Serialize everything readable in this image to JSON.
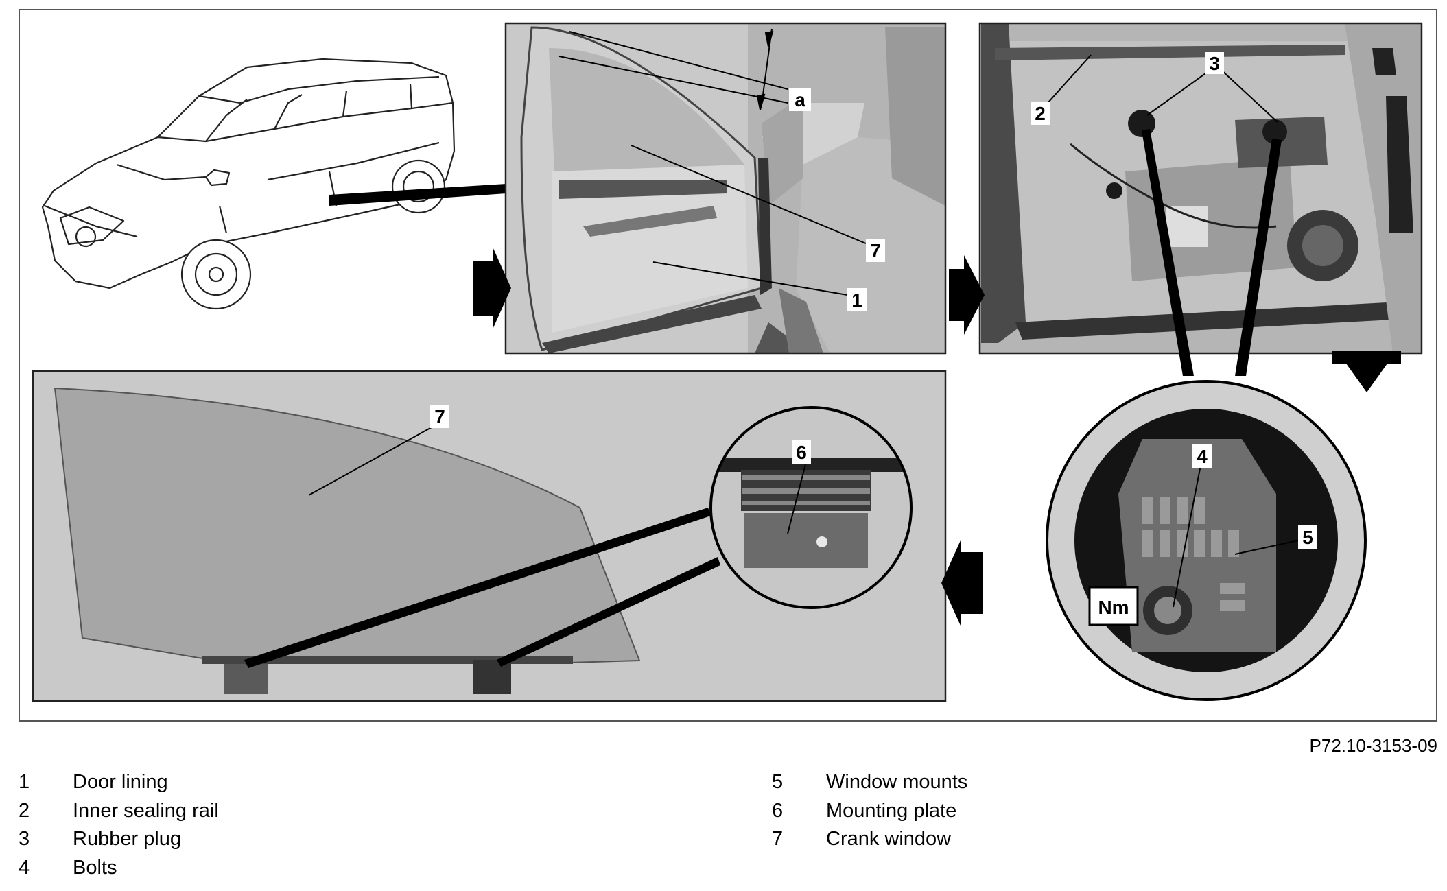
{
  "figure": {
    "code": "P72.10-3153-09",
    "callouts": {
      "c1": "1",
      "c2": "2",
      "c3": "3",
      "c4": "4",
      "c5": "5",
      "c6": "6",
      "c7": "7",
      "a": "a",
      "nm": "Nm"
    }
  },
  "legend": {
    "left": [
      {
        "num": "1",
        "label": "Door lining"
      },
      {
        "num": "2",
        "label": "Inner sealing rail"
      },
      {
        "num": "3",
        "label": "Rubber plug"
      },
      {
        "num": "4",
        "label": "Bolts"
      }
    ],
    "right": [
      {
        "num": "5",
        "label": "Window mounts"
      },
      {
        "num": "6",
        "label": "Mounting plate"
      },
      {
        "num": "7",
        "label": "Crank window"
      }
    ]
  }
}
